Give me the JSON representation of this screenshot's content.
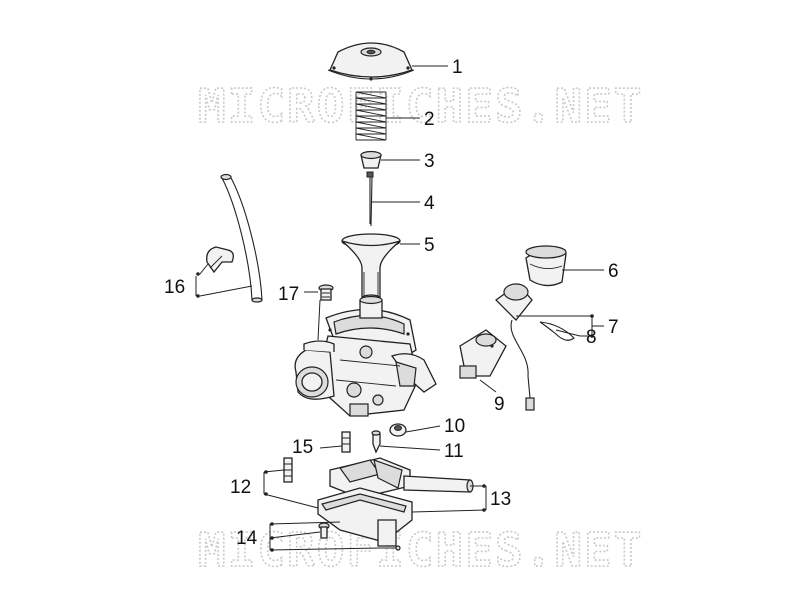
{
  "watermark": {
    "top": "MICROFICHES.NET",
    "bottom": "MICROFICHES.NET",
    "color": "#c9c9c9"
  },
  "callouts": [
    {
      "id": "1",
      "label": "1"
    },
    {
      "id": "2",
      "label": "2"
    },
    {
      "id": "3",
      "label": "3"
    },
    {
      "id": "4",
      "label": "4"
    },
    {
      "id": "5",
      "label": "5"
    },
    {
      "id": "6",
      "label": "6"
    },
    {
      "id": "7",
      "label": "7"
    },
    {
      "id": "8",
      "label": "8"
    },
    {
      "id": "9",
      "label": "9"
    },
    {
      "id": "10",
      "label": "10"
    },
    {
      "id": "11",
      "label": "11"
    },
    {
      "id": "12",
      "label": "12"
    },
    {
      "id": "13",
      "label": "13"
    },
    {
      "id": "14",
      "label": "14"
    },
    {
      "id": "15",
      "label": "15"
    },
    {
      "id": "16",
      "label": "16"
    },
    {
      "id": "17",
      "label": "17"
    }
  ],
  "icons": [
    "carburetor-cover-icon",
    "spring-icon",
    "needle-clip-icon",
    "jet-needle-icon",
    "piston-valve-icon",
    "heater-cap-icon",
    "choke-valve-icon",
    "clamp-icon",
    "intake-flange-icon",
    "drain-screw-icon",
    "float-needle-icon",
    "main-jet-icon",
    "float-icon",
    "screw-icon",
    "idle-jet-icon",
    "hose-icon",
    "cover-screw-icon",
    "carburetor-body-icon"
  ]
}
